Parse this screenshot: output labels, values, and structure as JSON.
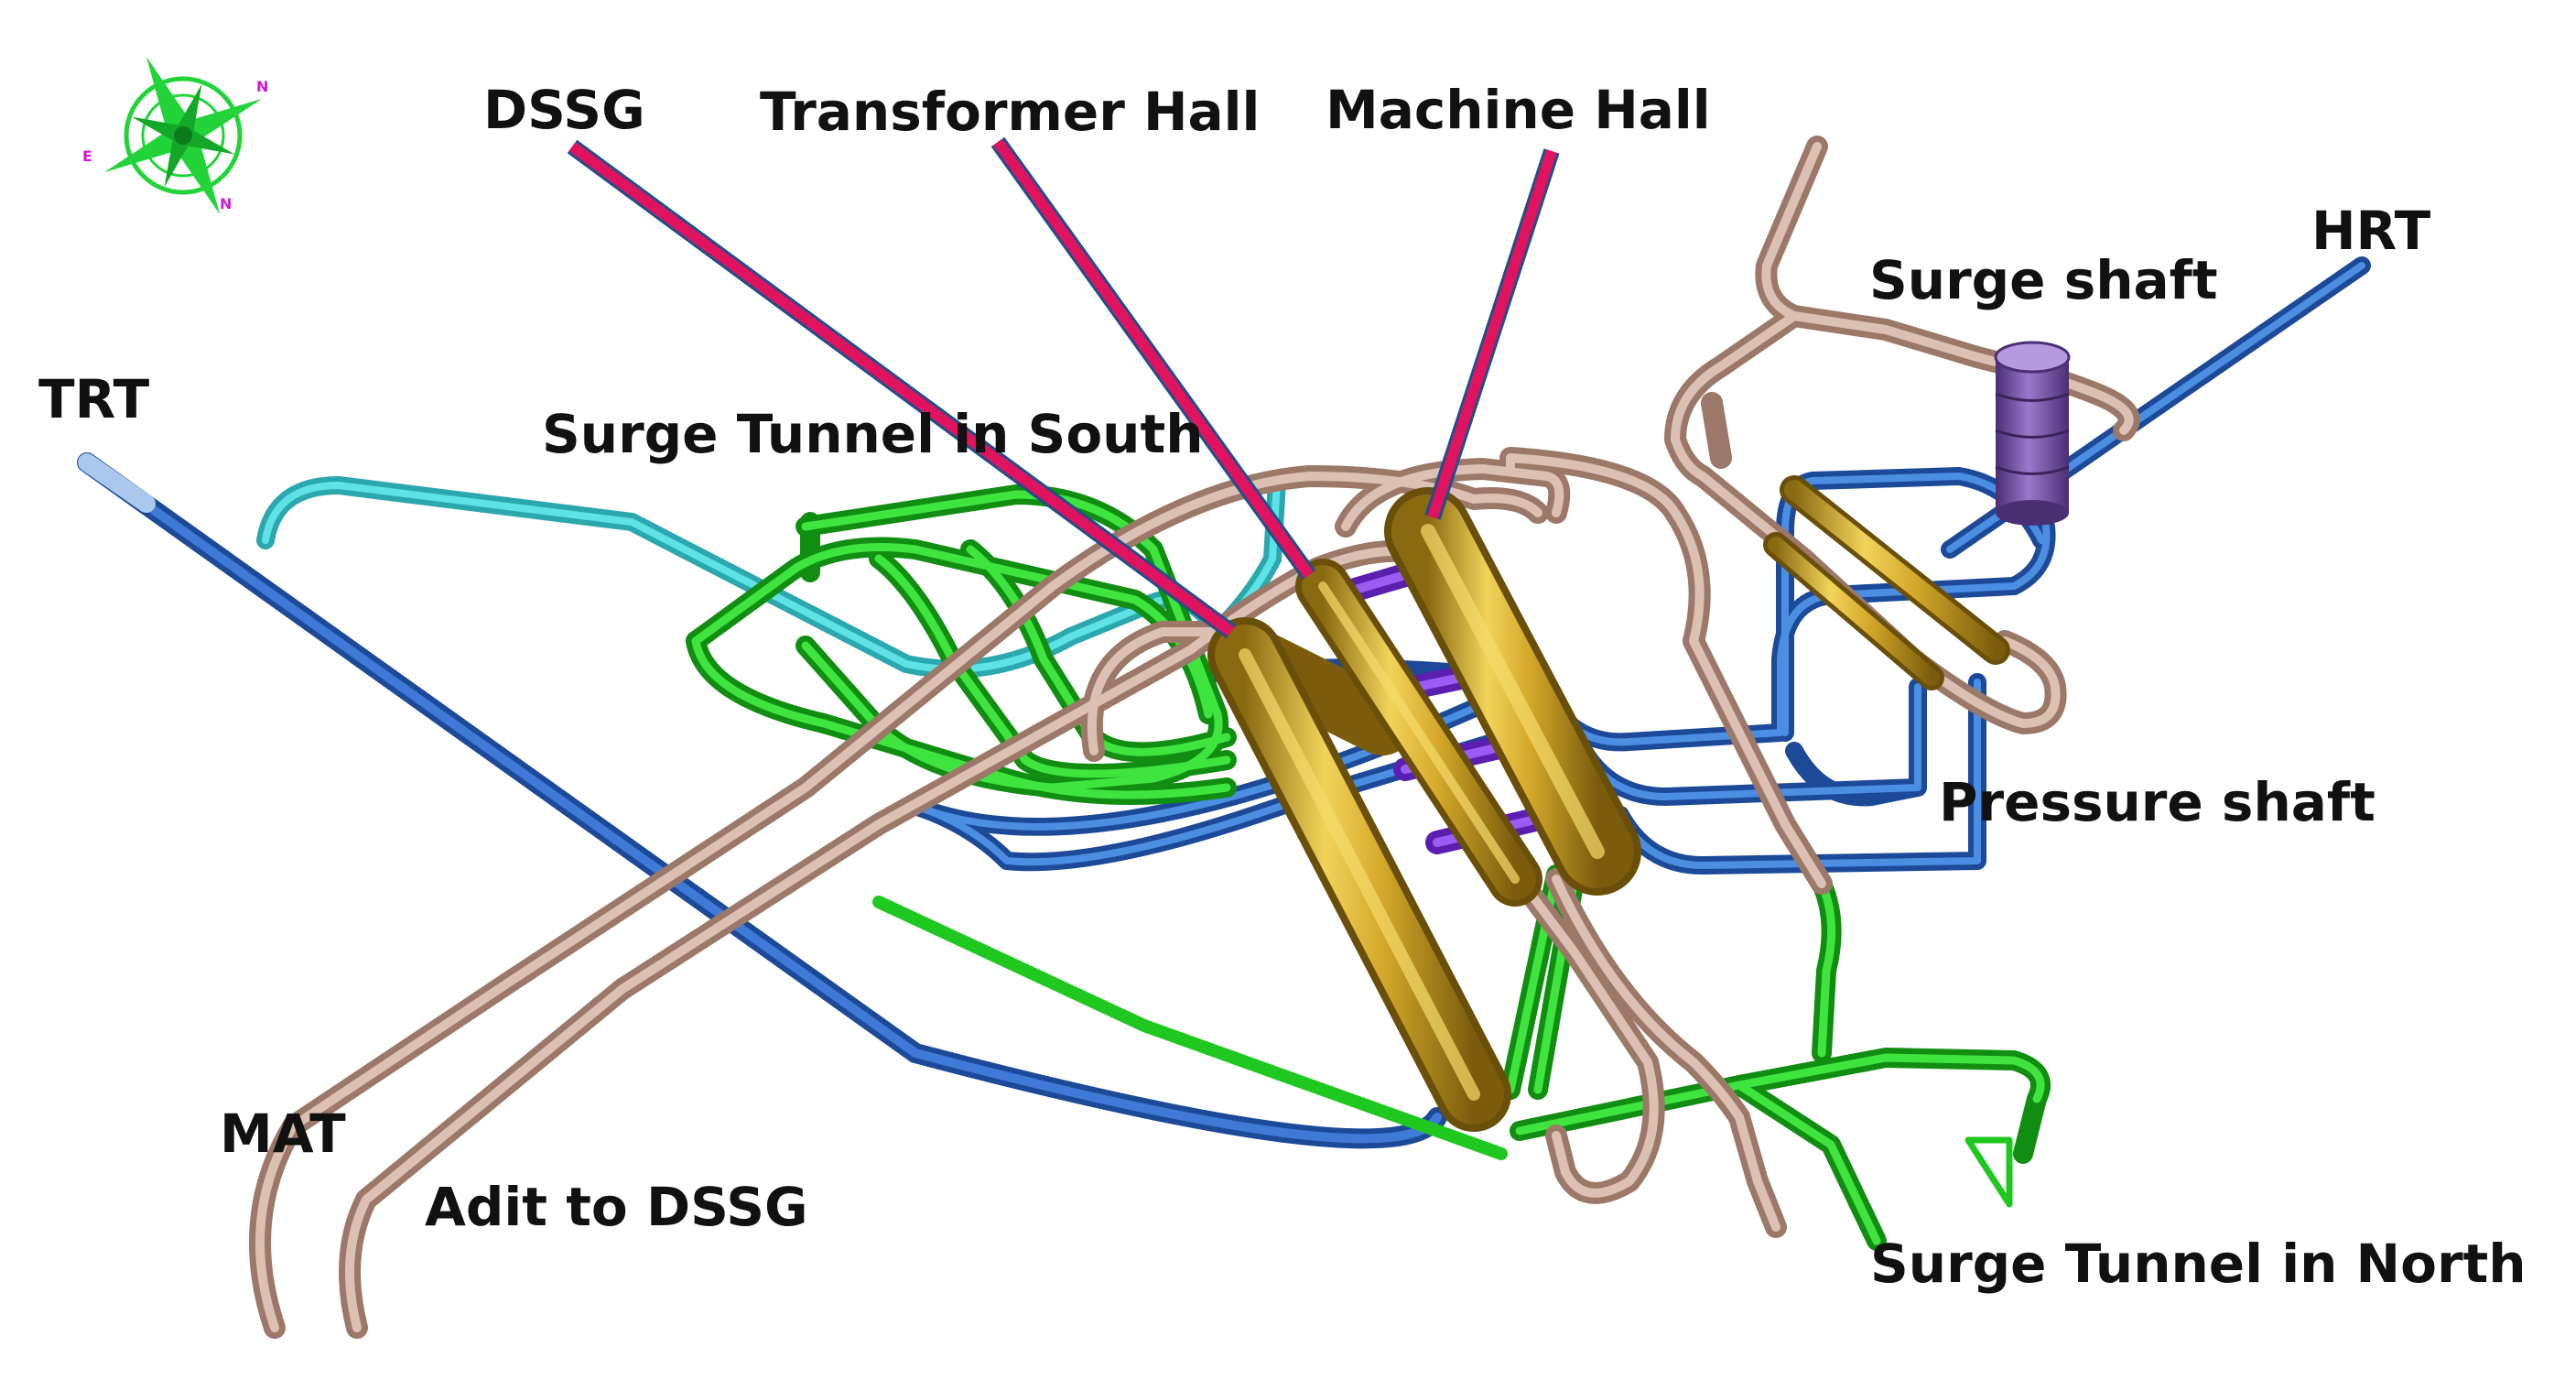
{
  "labels": {
    "dssg": "DSSG",
    "transformer_hall": "Transformer Hall",
    "machine_hall": "Machine Hall",
    "hrt": "HRT",
    "surge_shaft": "Surge shaft",
    "trt": "TRT",
    "surge_tunnel_south": "Surge Tunnel in South",
    "pressure_shaft": "Pressure shaft",
    "mat": "MAT",
    "adit_to_dssg": "Adit to DSSG",
    "surge_tunnel_north": "Surge Tunnel in North"
  },
  "colors": {
    "tailrace_tunnel": "#2f66c0",
    "headrace_tunnel": "#2a72cc",
    "access_tunnel": "#c6a596",
    "surge_tunnel": "#1fc81f",
    "cyan_tunnel": "#33c6cc",
    "caverns": "#d4a82a",
    "bus_ducts": "#7a2fd6",
    "surge_shaft": "#6a4a9a",
    "callout_arrow": "#e0135f",
    "compass": "#22d43a"
  },
  "icons": {
    "compass": "compass-rose-icon"
  }
}
